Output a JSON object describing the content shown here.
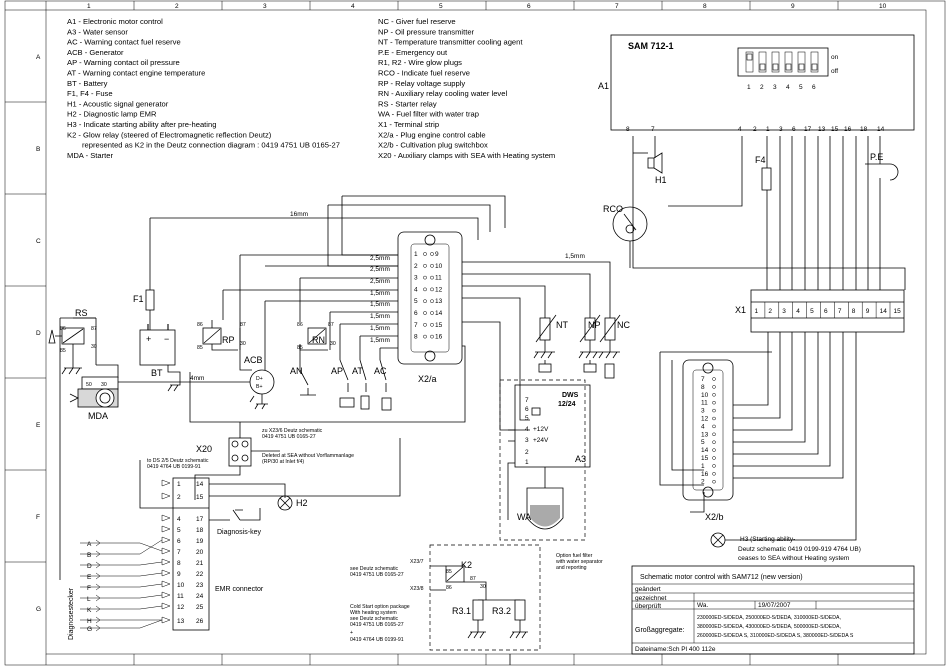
{
  "grid": {
    "columns": [
      "1",
      "2",
      "3",
      "4",
      "5",
      "6",
      "7",
      "8",
      "9",
      "10"
    ],
    "rows": [
      "A",
      "B",
      "C",
      "D",
      "E",
      "F",
      "G"
    ]
  },
  "legend_left": [
    "A1 - Electronic motor control",
    "A3 - Water sensor",
    "AC - Warning contact fuel reserve",
    "ACB - Generator",
    "AP - Warning contact oil pressure",
    "AT - Warning contact engine temperature",
    "BT - Battery",
    "F1, F4 - Fuse",
    "H1 - Acoustic signal generator",
    "H2 - Diagnostic lamp EMR",
    "H3 - Indicate starting ability after pre-heating",
    "K2 - Glow relay (steered of Electromagnetic reflection Deutz)",
    "represented as K2 in the Deutz connection diagram : 0419 4751 UB 0165-27",
    "MDA - Starter"
  ],
  "legend_right": [
    "NC - Giver fuel reserve",
    "NP - Oil pressure transmitter",
    "NT - Temperature transmitter cooling agent",
    "P.E - Emergency out",
    "R1, R2 - Wire glow plugs",
    "RCO - Indicate fuel reserve",
    "RP - Relay voltage supply",
    "RN - Auxiliary relay cooling water level",
    "RS - Starter relay",
    "WA - Fuel filter with water trap",
    "X1 - Terminal strip",
    "X2/a - Plug engine control cable",
    "X2/b - Cultivation plug switchbox",
    "X20 - Auxiliary clamps with SEA with Heating system"
  ],
  "sam": {
    "title": "SAM 712-1",
    "on": "on",
    "off": "off",
    "dip_numbers": [
      "1",
      "2",
      "3",
      "4",
      "5",
      "6"
    ],
    "module": "A1",
    "pins": [
      "8",
      "7",
      "4",
      "2",
      "1",
      "3",
      "6",
      "17",
      "13",
      "15",
      "16",
      "18",
      "14"
    ]
  },
  "components": {
    "H1": "H1",
    "F4": "F4",
    "PE": "P.E",
    "RCO": "RCO",
    "X1": "X1",
    "F1": "F1",
    "RS": "RS",
    "BT": "BT",
    "RP": "RP",
    "RN": "RN",
    "ACB": "ACB",
    "AN": "AN",
    "AP": "AP",
    "AT": "AT",
    "AC": "AC",
    "NT": "NT",
    "NP": "NP",
    "NC": "NC",
    "MDA": "MDA",
    "X2a": "X2/a",
    "X2b": "X2/b",
    "X20": "X20",
    "H2": "H2",
    "K2": "K2",
    "R31": "R3.1",
    "R32": "R3.2",
    "WA": "WA",
    "A3": "A3",
    "DWS": "DWS",
    "DWS_v": "12/24",
    "plus12": "+12V",
    "plus24": "+24V",
    "diag_key": "Diagnosis-key",
    "emr": "EMR connector",
    "diag_stecker": "Diagnosestecker"
  },
  "wire_sizes": {
    "w16": "16mm",
    "w25": "2,5mm",
    "w15": "1,5mm",
    "w4": "4mm"
  },
  "x1_terminals": [
    "1",
    "2",
    "3",
    "4",
    "5",
    "6",
    "7",
    "8",
    "9",
    "14",
    "15"
  ],
  "x2a_left": [
    "1",
    "2",
    "3",
    "4",
    "5",
    "6",
    "7",
    "8"
  ],
  "x2a_right": [
    "9",
    "10",
    "11",
    "12",
    "13",
    "14",
    "15",
    "16"
  ],
  "x2b_pins": [
    "7",
    "8",
    "10",
    "11",
    "3",
    "12",
    "4",
    "13",
    "5",
    "14",
    "15",
    "1",
    "16",
    "2"
  ],
  "emr": {
    "left": [
      "1",
      "2",
      "3",
      "4",
      "5",
      "6",
      "7",
      "8",
      "9",
      "10",
      "11",
      "12",
      "13"
    ],
    "right": [
      "14",
      "15",
      "16",
      "17",
      "18",
      "19",
      "20",
      "21",
      "22",
      "23",
      "24",
      "25",
      "26"
    ],
    "diag_letters": [
      "A",
      "B",
      "D",
      "E",
      "F",
      "L",
      "K",
      "H",
      "G"
    ]
  },
  "notes": {
    "x20_a": "zu X23/6 Deutz schematic",
    "x20_b": "0419 4751 UB 0165-27",
    "x20_c": "Deleted at SEA without Vorflammanlage",
    "x20_d": "(RP/30 at Inlet f/4)",
    "ds": "to DS 2/5  Deutz schematic",
    "ds2": "0419 4764 UB 0199-91",
    "k2_a": "see Deutz schematic",
    "k2_b": "0419 4751 UB 0165-27",
    "x23_7": "X23/7",
    "x23_8": "X23/8",
    "cold_1": "Cold Start option package",
    "cold_2": "With heating system",
    "cold_3": "see Deutz schematic",
    "cold_4": "0419 4751 UB 0165-27",
    "cold_5": "+",
    "cold_6": "0419 4764 UB 0199-91",
    "filter_1": "Option fuel filter",
    "filter_2": "with water separator",
    "filter_3": "and reporting",
    "h3_1": "H3 (Starting ability-",
    "h3_2": "Deutz schematic 0419 0199-919 4764 UB)",
    "h3_3": "ceases to SEA without Heating system"
  },
  "title_block": {
    "title": "Schematic motor control with SAM712 (new version)",
    "geaendert": "geändert",
    "gezeichnet": "gezeichnet",
    "gezeichnet_by": "Wa.",
    "gezeichnet_date": "19/07/2007",
    "ueberprueft": "überprüft",
    "grossaggregate": "Großaggregate:",
    "models": [
      "230000ED-S/DEDA, 250000ED-S/DEDA, 310000ED-S/DEDA,",
      "380000ED-S/DEDA, 430000ED-S/DEDA, 500000ED-S/DEDA,",
      "260000ED-S/DEDA S, 310000ED-S/DEDA S, 380000ED-S/DEDA S"
    ],
    "dateiname": "Dateiname:Sch Pl 400 112e"
  }
}
